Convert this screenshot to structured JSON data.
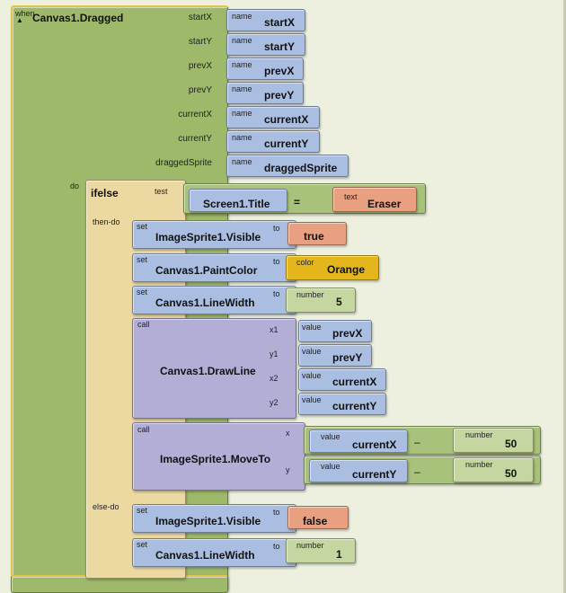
{
  "event": {
    "when_label": "when",
    "name": "Canvas1.Dragged",
    "params": [
      {
        "label": "startX",
        "name_tag": "name",
        "value": "startX"
      },
      {
        "label": "startY",
        "name_tag": "name",
        "value": "startY"
      },
      {
        "label": "prevX",
        "name_tag": "name",
        "value": "prevX"
      },
      {
        "label": "prevY",
        "name_tag": "name",
        "value": "prevY"
      },
      {
        "label": "currentX",
        "name_tag": "name",
        "value": "currentX"
      },
      {
        "label": "currentY",
        "name_tag": "name",
        "value": "currentY"
      },
      {
        "label": "draggedSprite",
        "name_tag": "name",
        "value": "draggedSprite"
      }
    ],
    "do_label": "do"
  },
  "ifelse": {
    "title": "ifelse",
    "test_label": "test",
    "test": {
      "left": "Screen1.Title",
      "op": "=",
      "right_tag": "text",
      "right": "Eraser"
    },
    "then_label": "then-do",
    "else_label": "else-do"
  },
  "then_blocks": [
    {
      "set_tag": "set",
      "name": "ImageSprite1.Visible",
      "to": "to",
      "value_tag": "",
      "value": "true"
    },
    {
      "set_tag": "set",
      "name": "Canvas1.PaintColor",
      "to": "to",
      "value_tag": "color",
      "value": "Orange"
    },
    {
      "set_tag": "set",
      "name": "Canvas1.LineWidth",
      "to": "to",
      "value_tag": "number",
      "value": "5"
    }
  ],
  "drawline": {
    "call_tag": "call",
    "name": "Canvas1.DrawLine",
    "args": [
      {
        "label": "x1",
        "tag": "value",
        "value": "prevX"
      },
      {
        "label": "y1",
        "tag": "value",
        "value": "prevY"
      },
      {
        "label": "x2",
        "tag": "value",
        "value": "currentX"
      },
      {
        "label": "y2",
        "tag": "value",
        "value": "currentY"
      }
    ]
  },
  "moveto": {
    "call_tag": "call",
    "name": "ImageSprite1.MoveTo",
    "args": [
      {
        "label": "x",
        "tag": "value",
        "value": "currentX",
        "op": "–",
        "num_tag": "number",
        "num": "50"
      },
      {
        "label": "y",
        "tag": "value",
        "value": "currentY",
        "op": "–",
        "num_tag": "number",
        "num": "50"
      }
    ]
  },
  "else_blocks": [
    {
      "set_tag": "set",
      "name": "ImageSprite1.Visible",
      "to": "to",
      "value_tag": "",
      "value": "false"
    },
    {
      "set_tag": "set",
      "name": "Canvas1.LineWidth",
      "to": "to",
      "value_tag": "number",
      "value": "1"
    }
  ],
  "colors": {
    "event": "#9eb96a",
    "control": "#ecd9a2",
    "setter": "#aabee2",
    "call": "#b3aed6",
    "boolean": "#e8a081",
    "color_block": "#e3b61c",
    "math": "#c5d6a0",
    "workspace": "#eef0df"
  }
}
